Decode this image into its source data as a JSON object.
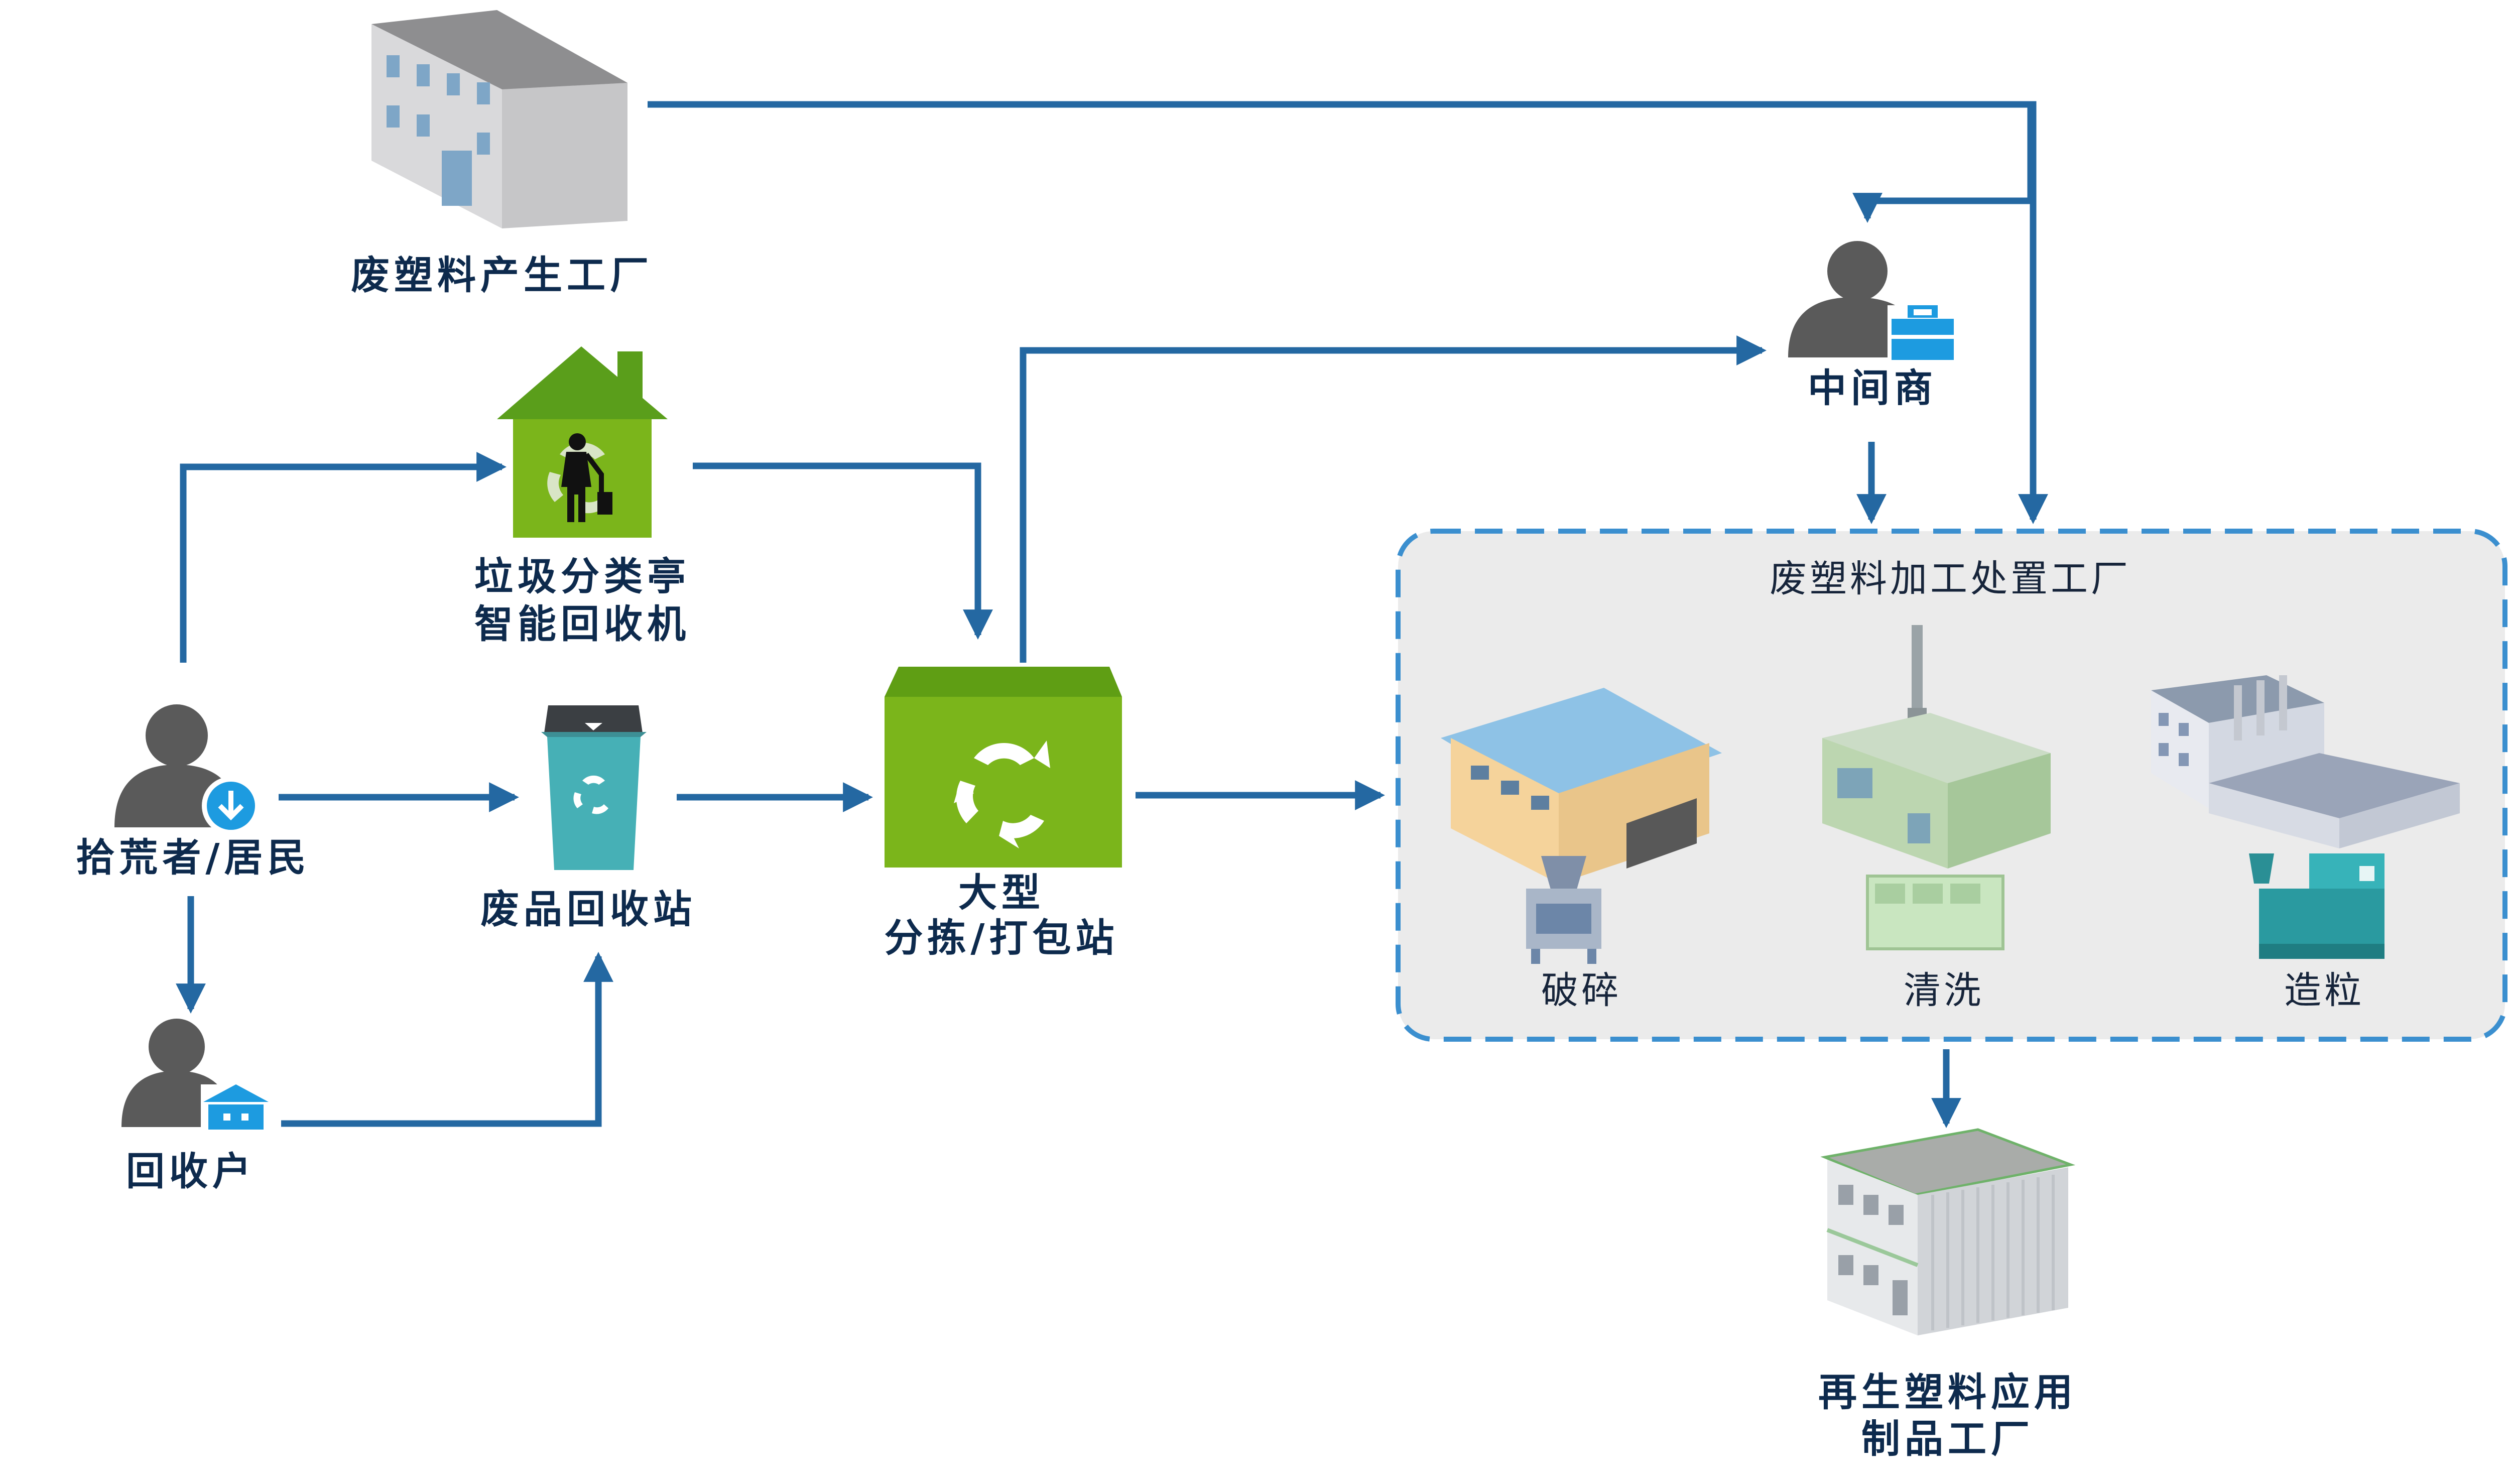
{
  "colors": {
    "arrow": "#2468a2",
    "label": "#0d2a4d",
    "green_accent": "#7bb51b",
    "teal_bin": "#46b0b6",
    "person": "#5a5a5a",
    "badge_blue": "#1d9be0",
    "dashed_border": "#3b8fcf",
    "panel_fill": "#ebebeb"
  },
  "nodes": {
    "waste_factory": {
      "label": "废塑料产生工厂",
      "icon": "office-building-icon"
    },
    "sorting_kiosk": {
      "label_line1": "垃圾分类亭",
      "label_line2": "智能回收机",
      "icon": "green-house-recycle-icon"
    },
    "scavenger": {
      "label": "拾荒者/居民",
      "icon": "person-download-icon"
    },
    "recycling_station": {
      "label": "废品回收站",
      "icon": "recycle-bin-icon"
    },
    "recycler_household": {
      "label": "回收户",
      "icon": "person-house-icon"
    },
    "sorting_station": {
      "label_line1": "大型",
      "label_line2": "分拣/打包站",
      "icon": "recycle-box-icon"
    },
    "middleman": {
      "label": "中间商",
      "icon": "person-briefcase-icon"
    },
    "processing_factory": {
      "title": "废塑料加工处置工厂",
      "steps": [
        {
          "label": "破碎",
          "icon": "crusher-warehouse-icon"
        },
        {
          "label": "清洗",
          "icon": "washing-plant-icon"
        },
        {
          "label": "造粒",
          "icon": "pelletizer-plant-icon"
        }
      ]
    },
    "product_factory": {
      "label_line1": "再生塑料应用",
      "label_line2": "制品工厂",
      "icon": "product-factory-icon"
    }
  }
}
